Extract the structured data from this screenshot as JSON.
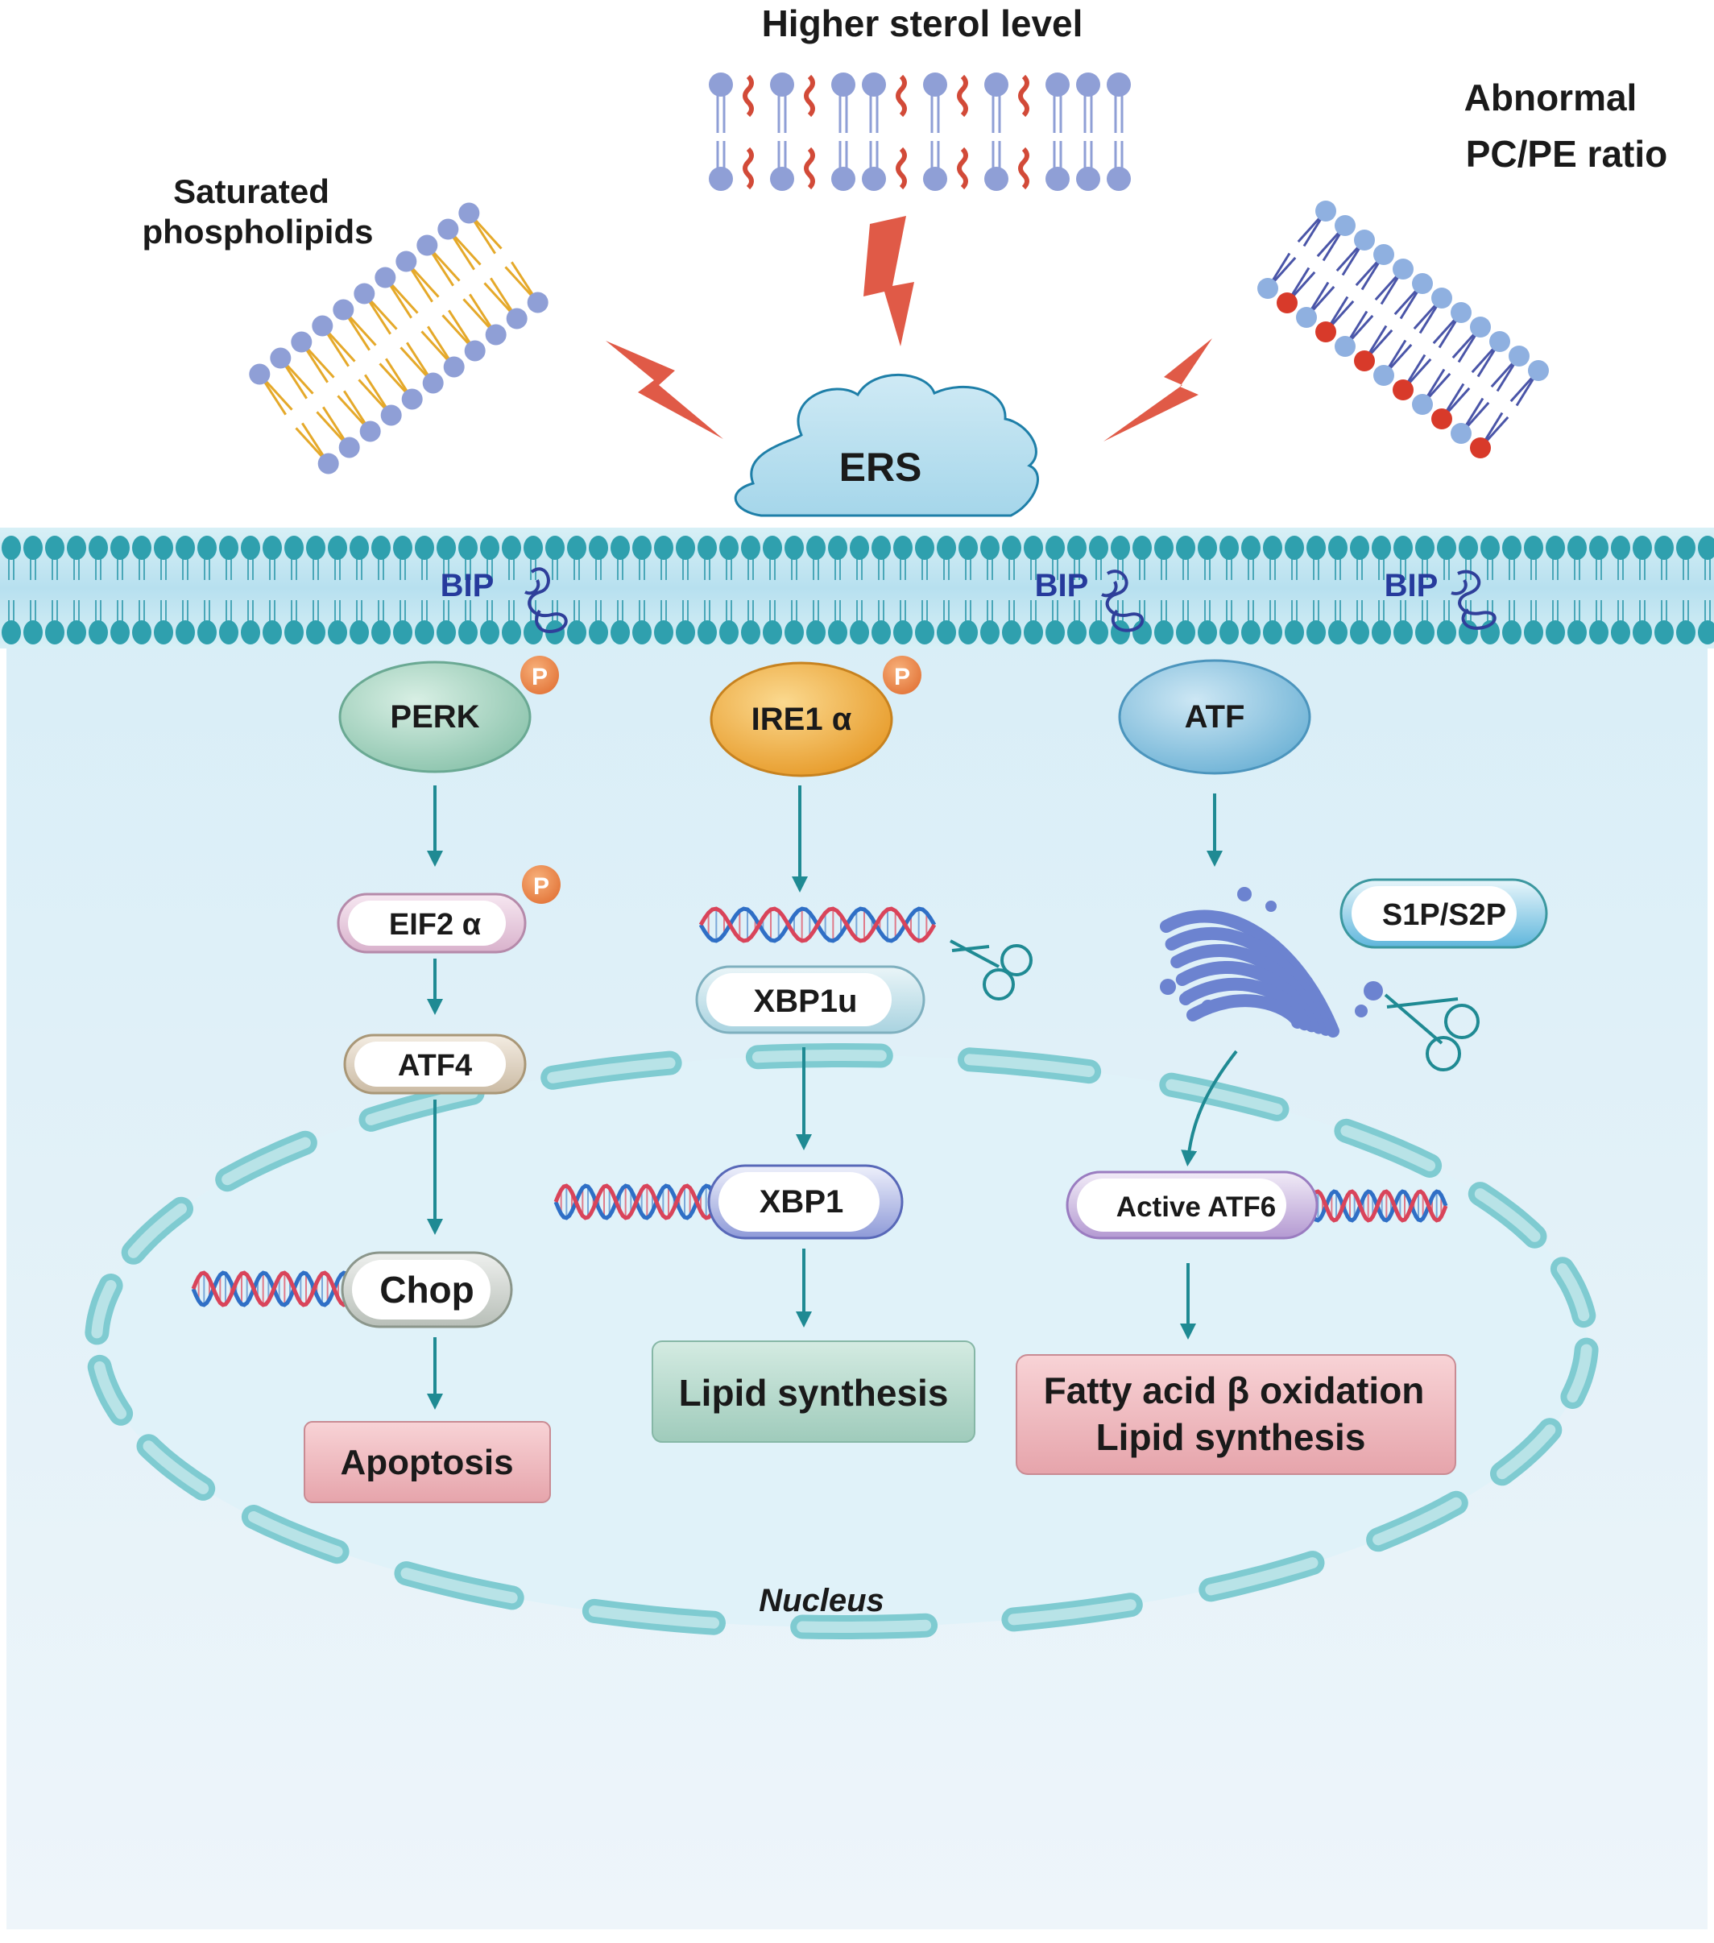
{
  "stressors": {
    "saturated": [
      "Saturated",
      "phospholipids"
    ],
    "sterol": "Higher sterol level",
    "pcpe": [
      "Abnormal",
      "PC/PE ratio"
    ]
  },
  "ers": "ERS",
  "bip": [
    "BIP",
    "BIP",
    "BIP"
  ],
  "phospho": "P",
  "perk_branch": {
    "sensor": "PERK",
    "eif2": "EIF2 α",
    "atf4": "ATF4",
    "chop": "Chop",
    "outcome": "Apoptosis"
  },
  "ire1_branch": {
    "sensor": "IRE1 α",
    "xbp1u": "XBP1u",
    "xbp1": "XBP1",
    "outcome": "Lipid synthesis"
  },
  "atf6_branch": {
    "sensor": "ATF",
    "protease": "S1P/S2P",
    "active": "Active ATF6",
    "outcome": [
      "Fatty acid β oxidation",
      "Lipid synthesis"
    ]
  },
  "nucleus_label": "Nucleus",
  "colors": {
    "bolt": "#e05a47",
    "arrow": "#1f8a93",
    "membrane_head": "#3ba6b1",
    "nucleus_border": "#7ccbd0",
    "cytoplasm": "#e2f1f8",
    "perk": "#a8d5c2",
    "ire1": "#f2b24a",
    "atf": "#8ec7e3",
    "apoptosis": "#f1b7bd",
    "lipid_green": "#b7dcd0",
    "fatty_pink": "#f1b7bd",
    "text_dark": "#1a1a1a",
    "bip_text": "#263a9c"
  }
}
